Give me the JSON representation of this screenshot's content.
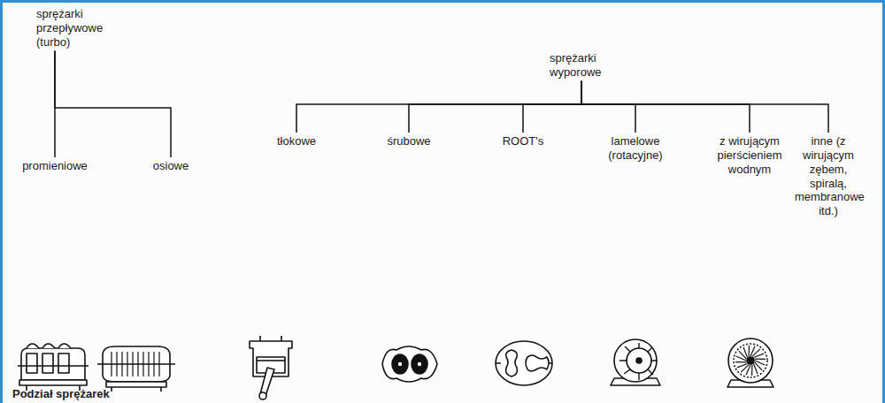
{
  "diagram": {
    "caption": "Podział sprężarek",
    "nodes": [
      {
        "text": [
          "sprężarki przepływowe (turbo)"
        ]
      },
      {
        "text": [
          "sprężarki wyporowe"
        ]
      },
      {
        "text": [
          "promieniowe"
        ]
      },
      {
        "text": [
          "osiowe"
        ]
      },
      {
        "text": [
          "tłokowe"
        ]
      },
      {
        "text": [
          "śrubowe"
        ]
      },
      {
        "text": [
          "ROOT's"
        ]
      },
      {
        "text": [
          "lamelowe (rotacyjne)"
        ]
      },
      {
        "text": [
          "z wirującym pierścieniem wodnym"
        ]
      },
      {
        "text": [
          "inne (z wirującym zębem, spiralą, membranowe itd.)"
        ]
      }
    ],
    "edges": [
      {
        "from": 0,
        "to": 2,
        "arrow": "none"
      },
      {
        "from": 0,
        "to": 3,
        "arrow": "none"
      },
      {
        "from": 1,
        "to": 4,
        "arrow": "none"
      },
      {
        "from": 1,
        "to": 5,
        "arrow": "none"
      },
      {
        "from": 1,
        "to": 6,
        "arrow": "none"
      },
      {
        "from": 1,
        "to": 7,
        "arrow": "none"
      },
      {
        "from": 1,
        "to": 8,
        "arrow": "none"
      },
      {
        "from": 1,
        "to": 9,
        "arrow": "none"
      }
    ]
  }
}
